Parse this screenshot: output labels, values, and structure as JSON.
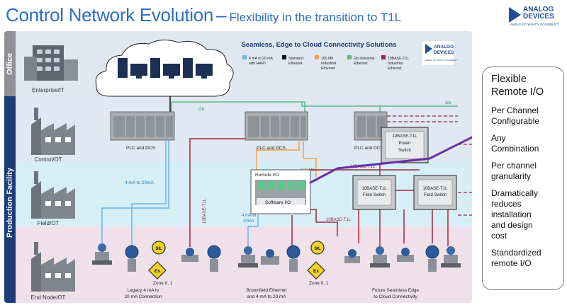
{
  "header": {
    "title": "Control Network Evolution",
    "dash": "–",
    "subtitle": "Flexibility in the transition to T1L"
  },
  "logo": {
    "brand_line1": "ANALOG",
    "brand_line2": "DEVICES",
    "tagline": "AHEAD OF WHAT'S POSSIBLE™"
  },
  "diagram": {
    "heading": "Seamless, Edge to Cloud Connectivity Solutions",
    "zones": {
      "office": "Office",
      "production": "Production Facility"
    },
    "rows": {
      "enterprise": "Enterprise/IT",
      "control": "Control/OT",
      "field": "Field/OT",
      "endnode": "End Node/OT"
    },
    "legend": [
      {
        "label_1": "4 mA to 20 mA",
        "label_2": "with HART",
        "label_3": "",
        "color": "#6ab4e6"
      },
      {
        "label_1": "Standard",
        "label_2": "Ethernet",
        "label_3": "",
        "color": "#111111"
      },
      {
        "label_1": "100 Mb",
        "label_2": "Industrial",
        "label_3": "Ethernet",
        "color": "#f0a04a"
      },
      {
        "label_1": "Gb Industrial",
        "label_2": "Ethernet",
        "label_3": "",
        "color": "#5fb88a"
      },
      {
        "label_1": "10BASE-T1L",
        "label_2": "Industrial",
        "label_3": "Ethernet",
        "color": "#a3263d"
      }
    ],
    "plc_label": "PLC and DCS",
    "gb_label": "Gb",
    "remote_io": "Remote I/O",
    "mb100": "100 Mb",
    "software_io": "Software I/O",
    "power_switch_1": "10BASE-T1L",
    "power_switch_2": "Power",
    "power_switch_3": "Switch",
    "field_switch_1": "10BASE-T1L",
    "field_switch_2": "Field Switch",
    "t1l": "10BASE-T1L",
    "ma_label": "4 mA to 20mA",
    "ma_label2_1": "4 mA to",
    "ma_label2_2": "20mA",
    "sil": "SIL",
    "ex": "Ex",
    "zone": "Zone 0, 1",
    "captions": {
      "legacy_1": "Legacy 4 mA to",
      "legacy_2": "20 mA Connection",
      "brown_1": "Brownfield Ethernet",
      "brown_2": "and 4 mA to 20 mA",
      "future_1": "Future Seamless Edge",
      "future_2": "to Cloud Connectivity"
    }
  },
  "panel": {
    "heading_1": "Flexible",
    "heading_2": "Remote I/O",
    "items": [
      {
        "l1": "Per Channel",
        "l2": "Configurable",
        "l3": "",
        "l4": ""
      },
      {
        "l1": "Any",
        "l2": "Combination",
        "l3": "",
        "l4": ""
      },
      {
        "l1": "Per channel",
        "l2": "granularity",
        "l3": "",
        "l4": ""
      },
      {
        "l1": "Dramatically",
        "l2": "reduces",
        "l3": "installation",
        "l4": "and design",
        "l5": "cost"
      },
      {
        "l1": "Standardized",
        "l2": "remote I/O",
        "l3": "",
        "l4": ""
      }
    ]
  }
}
